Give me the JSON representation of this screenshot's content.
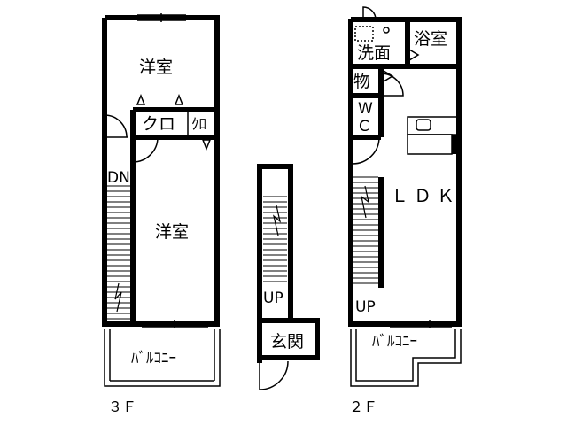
{
  "floor3": {
    "label": "３Ｆ",
    "room_upper": "洋室",
    "room_lower": "洋室",
    "closet_main": "クロ",
    "closet_small": "ｸﾛ",
    "stair_down": "DN",
    "balcony": "ﾊﾞﾙｺﾆｰ"
  },
  "stair_block": {
    "stair_up": "UP",
    "entrance": "玄関"
  },
  "floor2": {
    "label": "２Ｆ",
    "washroom": "洗面",
    "bathroom": "浴室",
    "storage": "物",
    "wc": [
      "W",
      "C"
    ],
    "ldk": "ＬＤＫ",
    "stair_up": "UP",
    "balcony": "ﾊﾞﾙｺﾆｰ"
  }
}
